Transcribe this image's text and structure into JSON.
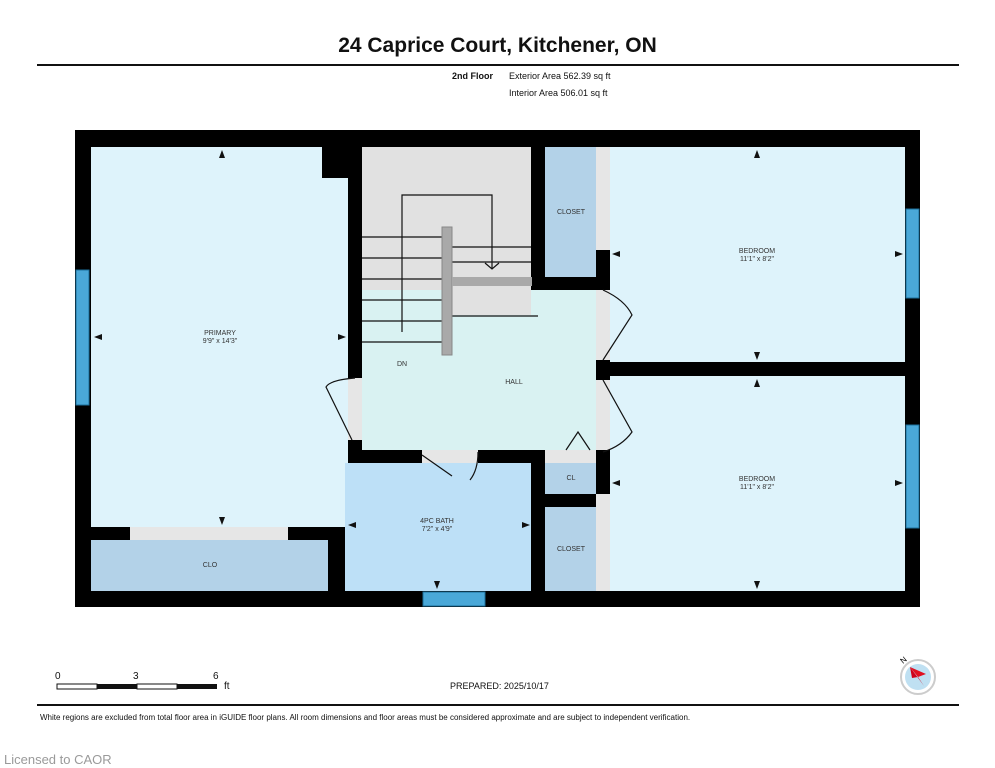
{
  "header": {
    "title": "24 Caprice Court, Kitchener, ON",
    "floor": "2nd Floor",
    "exterior_area": "Exterior Area 562.39 sq ft",
    "interior_area": "Interior Area 506.01 sq ft"
  },
  "rooms": {
    "primary": {
      "name": "PRIMARY",
      "dims": "9'9\" x 14'3\""
    },
    "bedroom1": {
      "name": "BEDROOM",
      "dims": "11'1\" x 8'2\""
    },
    "bedroom2": {
      "name": "BEDROOM",
      "dims": "11'1\" x 8'2\""
    },
    "bath": {
      "name": "4PC BATH",
      "dims": "7'2\" x 4'9\""
    },
    "hall": "HALL",
    "dn": "DN",
    "closet1": "CLOSET",
    "closet2": "CLOSET",
    "cl": "CL",
    "clo": "CLO"
  },
  "scale": {
    "ticks": [
      "0",
      "3",
      "6"
    ],
    "unit": "ft"
  },
  "compass": {
    "label": "N"
  },
  "footer": {
    "prepared": "PREPARED: 2025/10/17",
    "disclaimer": "White regions are excluded from total floor area in iGUIDE floor plans. All room dimensions and floor areas must be considered approximate and are subject to independent verification.",
    "watermark": "Licensed to CAOR"
  },
  "colors": {
    "wall": "#000000",
    "room": "#def3fb",
    "closet": "#b3d2e8",
    "bath": "#bde0f7",
    "hall": "#d9f2f2",
    "stairs": "#e1e1e1",
    "window": "#4aa8d8"
  }
}
